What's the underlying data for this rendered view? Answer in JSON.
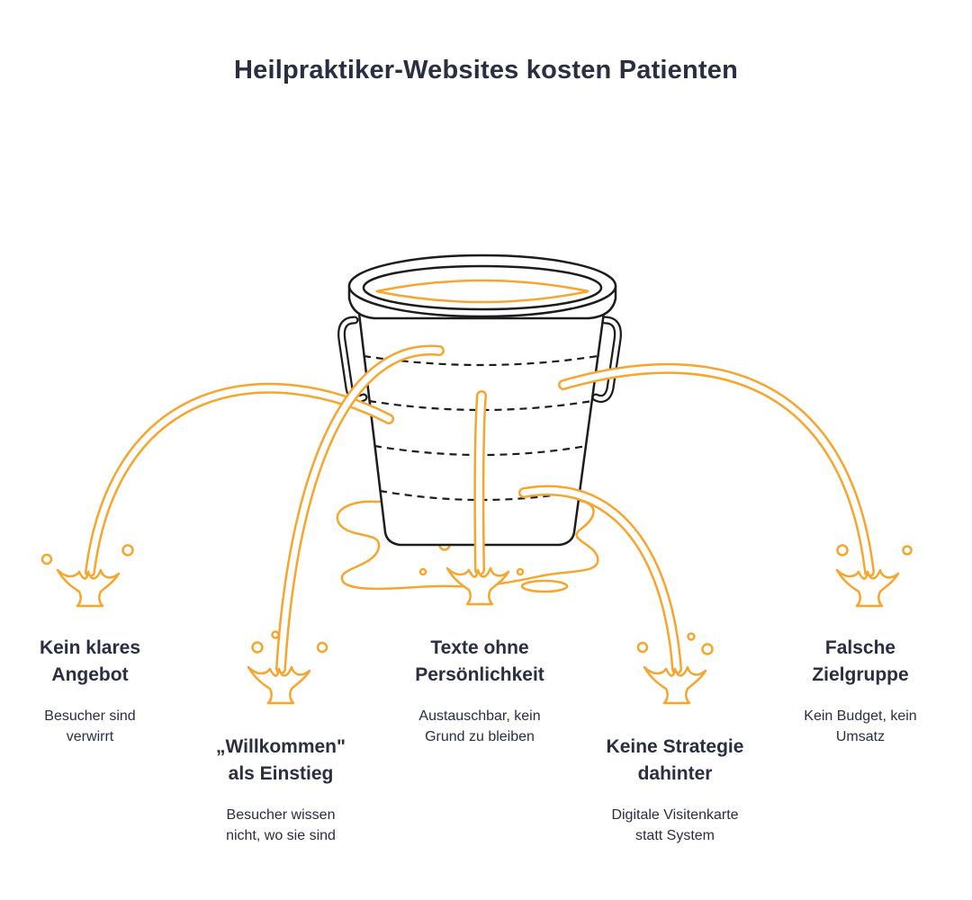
{
  "title": "Heilpraktiker-Websites kosten Patienten",
  "colors": {
    "accent": "#f7a52c",
    "ink": "#1c1c1c",
    "text": "#2b2d42"
  },
  "items": [
    {
      "title": "Kein klares\nAngebot",
      "description": "Besucher sind\nverwirrt"
    },
    {
      "title": "„Willkommen\"\nals Einstieg",
      "description": "Besucher wissen\nnicht, wo sie sind"
    },
    {
      "title": "Texte ohne\nPersönlichkeit",
      "description": "Austauschbar, kein\nGrund zu bleiben"
    },
    {
      "title": "Keine Strategie\ndahinter",
      "description": "Digitale Visitenkarte\nstatt System"
    },
    {
      "title": "Falsche\nZielgruppe",
      "description": "Kein Budget, kein\nUmsatz"
    }
  ]
}
